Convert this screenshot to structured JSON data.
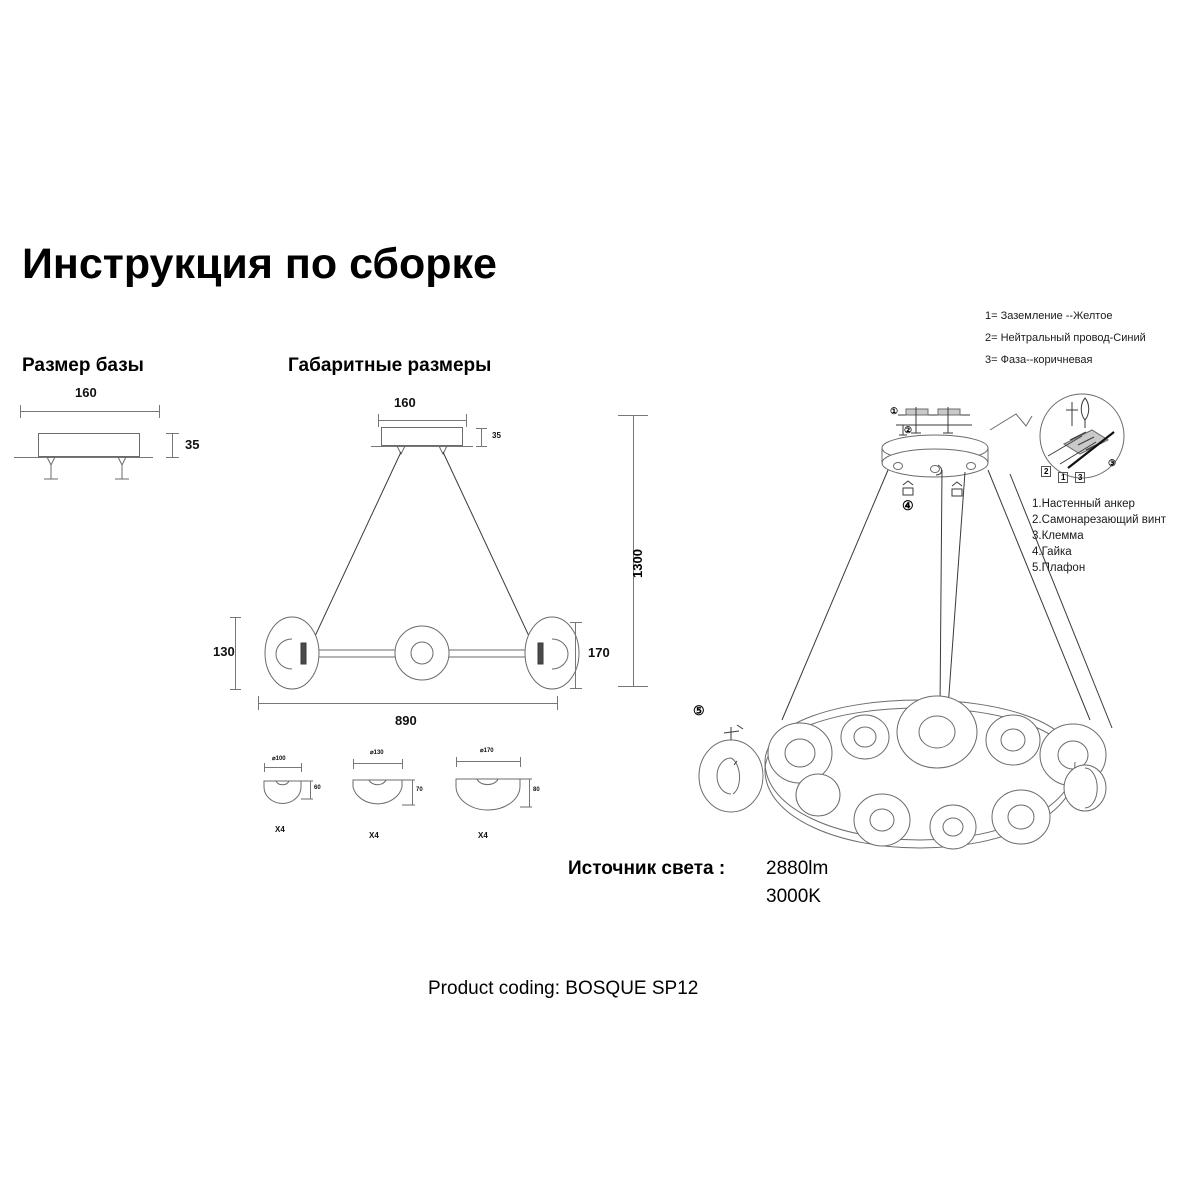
{
  "title": "Инструкция по сборке",
  "sections": {
    "base_size": "Размер базы",
    "overall_size": "Габаритные размеры"
  },
  "base_dims": {
    "width": "160",
    "height": "35"
  },
  "overall_dims": {
    "canopy_width": "160",
    "canopy_height": "35",
    "drop_height": "1300",
    "shade_height": "130",
    "bar_height": "170",
    "span_width": "890"
  },
  "shade_variants": [
    {
      "diameter": "⌀100",
      "height": "60",
      "qty": "X4"
    },
    {
      "diameter": "⌀130",
      "height": "70",
      "qty": "X4"
    },
    {
      "diameter": "⌀170",
      "height": "80",
      "qty": "X4"
    }
  ],
  "wiring_legend": [
    "1= Заземление --Желтое",
    "2= Нейтральный провод-Синий",
    "3= Фаза--коричневая"
  ],
  "parts_list": [
    "1.Настенный анкер",
    "2.Самонарезающий винт",
    "3.Клемма",
    "4.Гайка",
    "5.Плафон"
  ],
  "callouts": {
    "anchor": "①",
    "screw": "②",
    "terminal": "③",
    "nut": "④",
    "shade": "⑤",
    "wire_ground": "1",
    "wire_neutral": "2",
    "wire_live": "3"
  },
  "light_source": {
    "label": "Источник света :",
    "lumens": "2880lm",
    "color_temp": "3000K"
  },
  "product_coding": "Product coding: BOSQUE SP12",
  "colors": {
    "ink": "#000000",
    "line": "#6b6b6b",
    "line_dark": "#3a3a3a",
    "background": "#ffffff"
  }
}
